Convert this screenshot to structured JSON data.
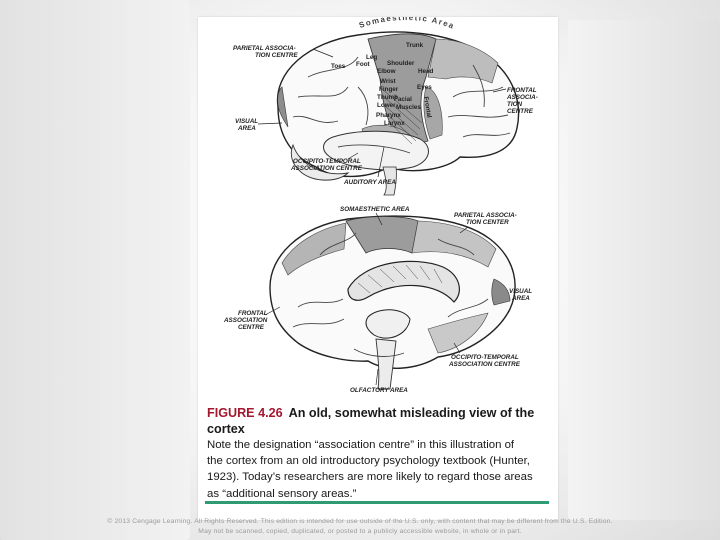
{
  "figure": {
    "top_labels": {
      "arc": "Somaesthetic Area",
      "trunk": "Trunk",
      "leg": "Leg",
      "foot": "Foot",
      "toes": "Toes",
      "shoulder": "Shoulder",
      "elbow": "Elbow",
      "head": "Head",
      "wrist": "Wrist",
      "fingers": "Finger",
      "thumb": "Thumb",
      "lower_face": "Lower",
      "facial": "Facial",
      "muscles": "Muscles",
      "pharynx": "Pharynx",
      "larynx": "Larynx",
      "eyes": "Eyes",
      "frontal_side": "Frontal",
      "parietal_1": "PARIETAL ASSOCIA-",
      "parietal_2": "TION CENTRE",
      "frontal_1": "FRONTAL",
      "frontal_2": "ASSOCIA-",
      "frontal_3": "TION",
      "frontal_4": "CENTRE",
      "visual_1": "VISUAL",
      "visual_2": "AREA",
      "occ_1": "OCCIPITO-TEMPORAL",
      "occ_2": "ASSOCIATION CENTRE",
      "auditory": "AUDITORY AREA"
    },
    "bottom_labels": {
      "somaesthetic": "SOMAESTHETIC AREA",
      "parietal_1": "PARIETAL ASSOCIA-",
      "parietal_2": "TION CENTER",
      "visual_1": "VISUAL",
      "visual_2": "AREA",
      "frontal_1": "FRONTAL",
      "frontal_2": "ASSOCIATION",
      "frontal_3": "CENTRE",
      "occ_1": "OCCIPITO-TEMPORAL",
      "occ_2": "ASSOCIATION CENTRE",
      "olfactory": "OLFACTORY AREA"
    }
  },
  "caption": {
    "number": "FIGURE 4.26",
    "title_part1": "An old, somewhat misleading view of the",
    "title_part2": "cortex",
    "body_lines": [
      "Note the designation “association centre” in this illustration of",
      "the cortex from an old introductory psychology textbook (Hunter,",
      "1923). Today’s researchers are more likely to regard those areas",
      "as “additional sensory areas.”"
    ]
  },
  "footer": {
    "line1": "© 2013 Cengage Learning. All Rights Reserved. This edition is intended for use outside of the U.S. only, with content that may be different from the U.S. Edition.",
    "line2": "May not be scanned, copied, duplicated, or posted to a publicly accessible website, in whole or in part."
  },
  "colors": {
    "accent_rule": "#2f9b73",
    "figure_number": "#a3182f",
    "shaded_area": "#9c9c9c"
  }
}
